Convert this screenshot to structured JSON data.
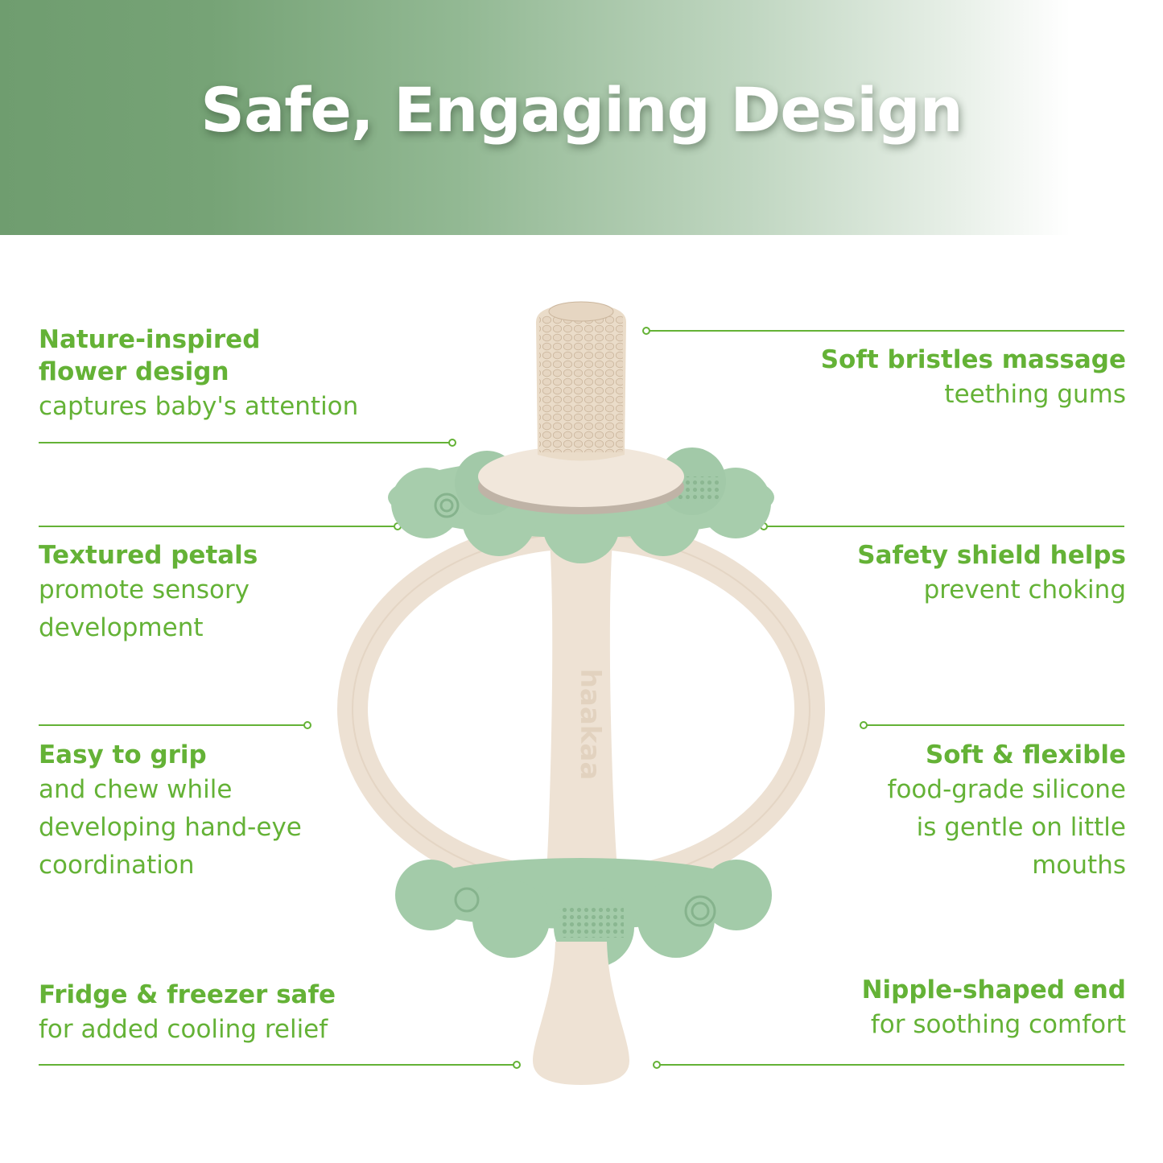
{
  "banner": {
    "title": "Safe, Engaging Design"
  },
  "colors": {
    "accent_green": "#64b236",
    "banner_green": "#6f9d6f",
    "product_cream": "#ede1d3",
    "petal_green": "#9cc6a2"
  },
  "product": {
    "brand_mark": "haakaa"
  },
  "features_left": [
    {
      "heading": [
        "Nature-inspired",
        "flower design"
      ],
      "body": [
        "captures baby's attention"
      ]
    },
    {
      "heading": [
        "Textured petals"
      ],
      "body": [
        "promote sensory",
        "development"
      ]
    },
    {
      "heading": [
        "Easy to grip"
      ],
      "body": [
        "and chew while",
        "developing hand-eye",
        "coordination"
      ]
    },
    {
      "heading": [
        "Fridge & freezer safe"
      ],
      "body": [
        "for added cooling relief"
      ]
    }
  ],
  "features_right": [
    {
      "heading": [
        "Soft bristles massage"
      ],
      "body": [
        "teething gums"
      ]
    },
    {
      "heading": [
        "Safety shield helps"
      ],
      "body": [
        "prevent choking"
      ]
    },
    {
      "heading": [
        "Soft & flexible"
      ],
      "body": [
        "food-grade silicone",
        "is gentle on little",
        "mouths"
      ]
    },
    {
      "heading": [
        "Nipple-shaped end"
      ],
      "body": [
        "for soothing comfort"
      ]
    }
  ]
}
